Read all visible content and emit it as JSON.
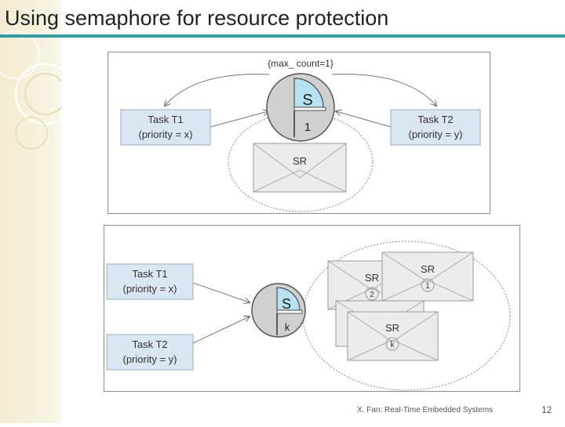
{
  "slide": {
    "title": "Using semaphore for resource protection",
    "footer": "X. Fan: Real-Time Embedded Systems",
    "page_number": "12"
  },
  "diagram1": {
    "max_count_label": "{max_ count=1}",
    "semaphore_letter": "S",
    "semaphore_count": "1",
    "task1": {
      "line1": "Task T1",
      "line2": "(priority = x)"
    },
    "task2": {
      "line1": "Task T2",
      "line2": "(priority = y)"
    },
    "resource_label": "SR"
  },
  "diagram2": {
    "semaphore_letter": "S",
    "semaphore_count": "k",
    "task1": {
      "line1": "Task T1",
      "line2": "(priority = x)"
    },
    "task2": {
      "line1": "Task T2",
      "line2": "(priority = y)"
    },
    "resources": [
      {
        "label": "SR",
        "index": "1"
      },
      {
        "label": "SR",
        "index": "2"
      },
      {
        "label": "SR",
        "index": "k"
      }
    ]
  },
  "colors": {
    "accent": "#2f9ea8",
    "task_box": "#dbe6f3",
    "semaphore_fill": "#b8e1f2",
    "disk": "#cfcfcf"
  }
}
